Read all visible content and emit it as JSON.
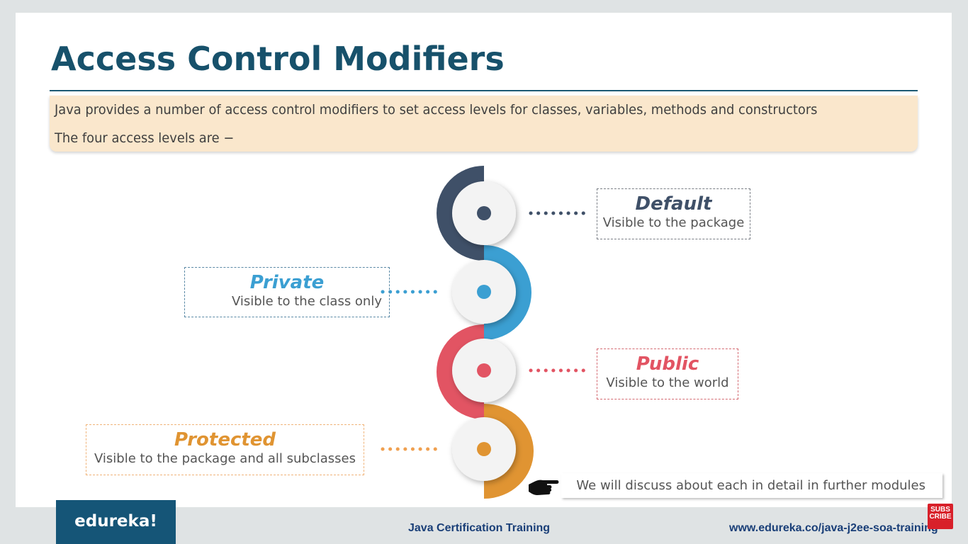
{
  "slide": {
    "title": "Access Control Modifiers",
    "intro": {
      "line1": "Java provides a number of access control modifiers to set access levels for classes, variables, methods and constructors",
      "line2": "The four access levels are −"
    }
  },
  "levels": [
    {
      "title": "Default",
      "desc": "Visible to the package",
      "color": "#3f5068"
    },
    {
      "title": "Private",
      "desc": "Visible to the class only",
      "color": "#3b9fd2"
    },
    {
      "title": "Public",
      "desc": "Visible to the world",
      "color": "#e25463"
    },
    {
      "title": "Protected",
      "desc": "Visible to the package and all subclasses",
      "color": "#e09432"
    }
  ],
  "note": {
    "text": "We will discuss about each in detail in further modules",
    "icon": "pointing-hand-icon"
  },
  "footer": {
    "logo": "edureka!",
    "course": "Java Certification Training",
    "url": "www.edureka.co/java-j2ee-soa-training",
    "subscribe": [
      "SUBS",
      "CRIBE"
    ]
  }
}
